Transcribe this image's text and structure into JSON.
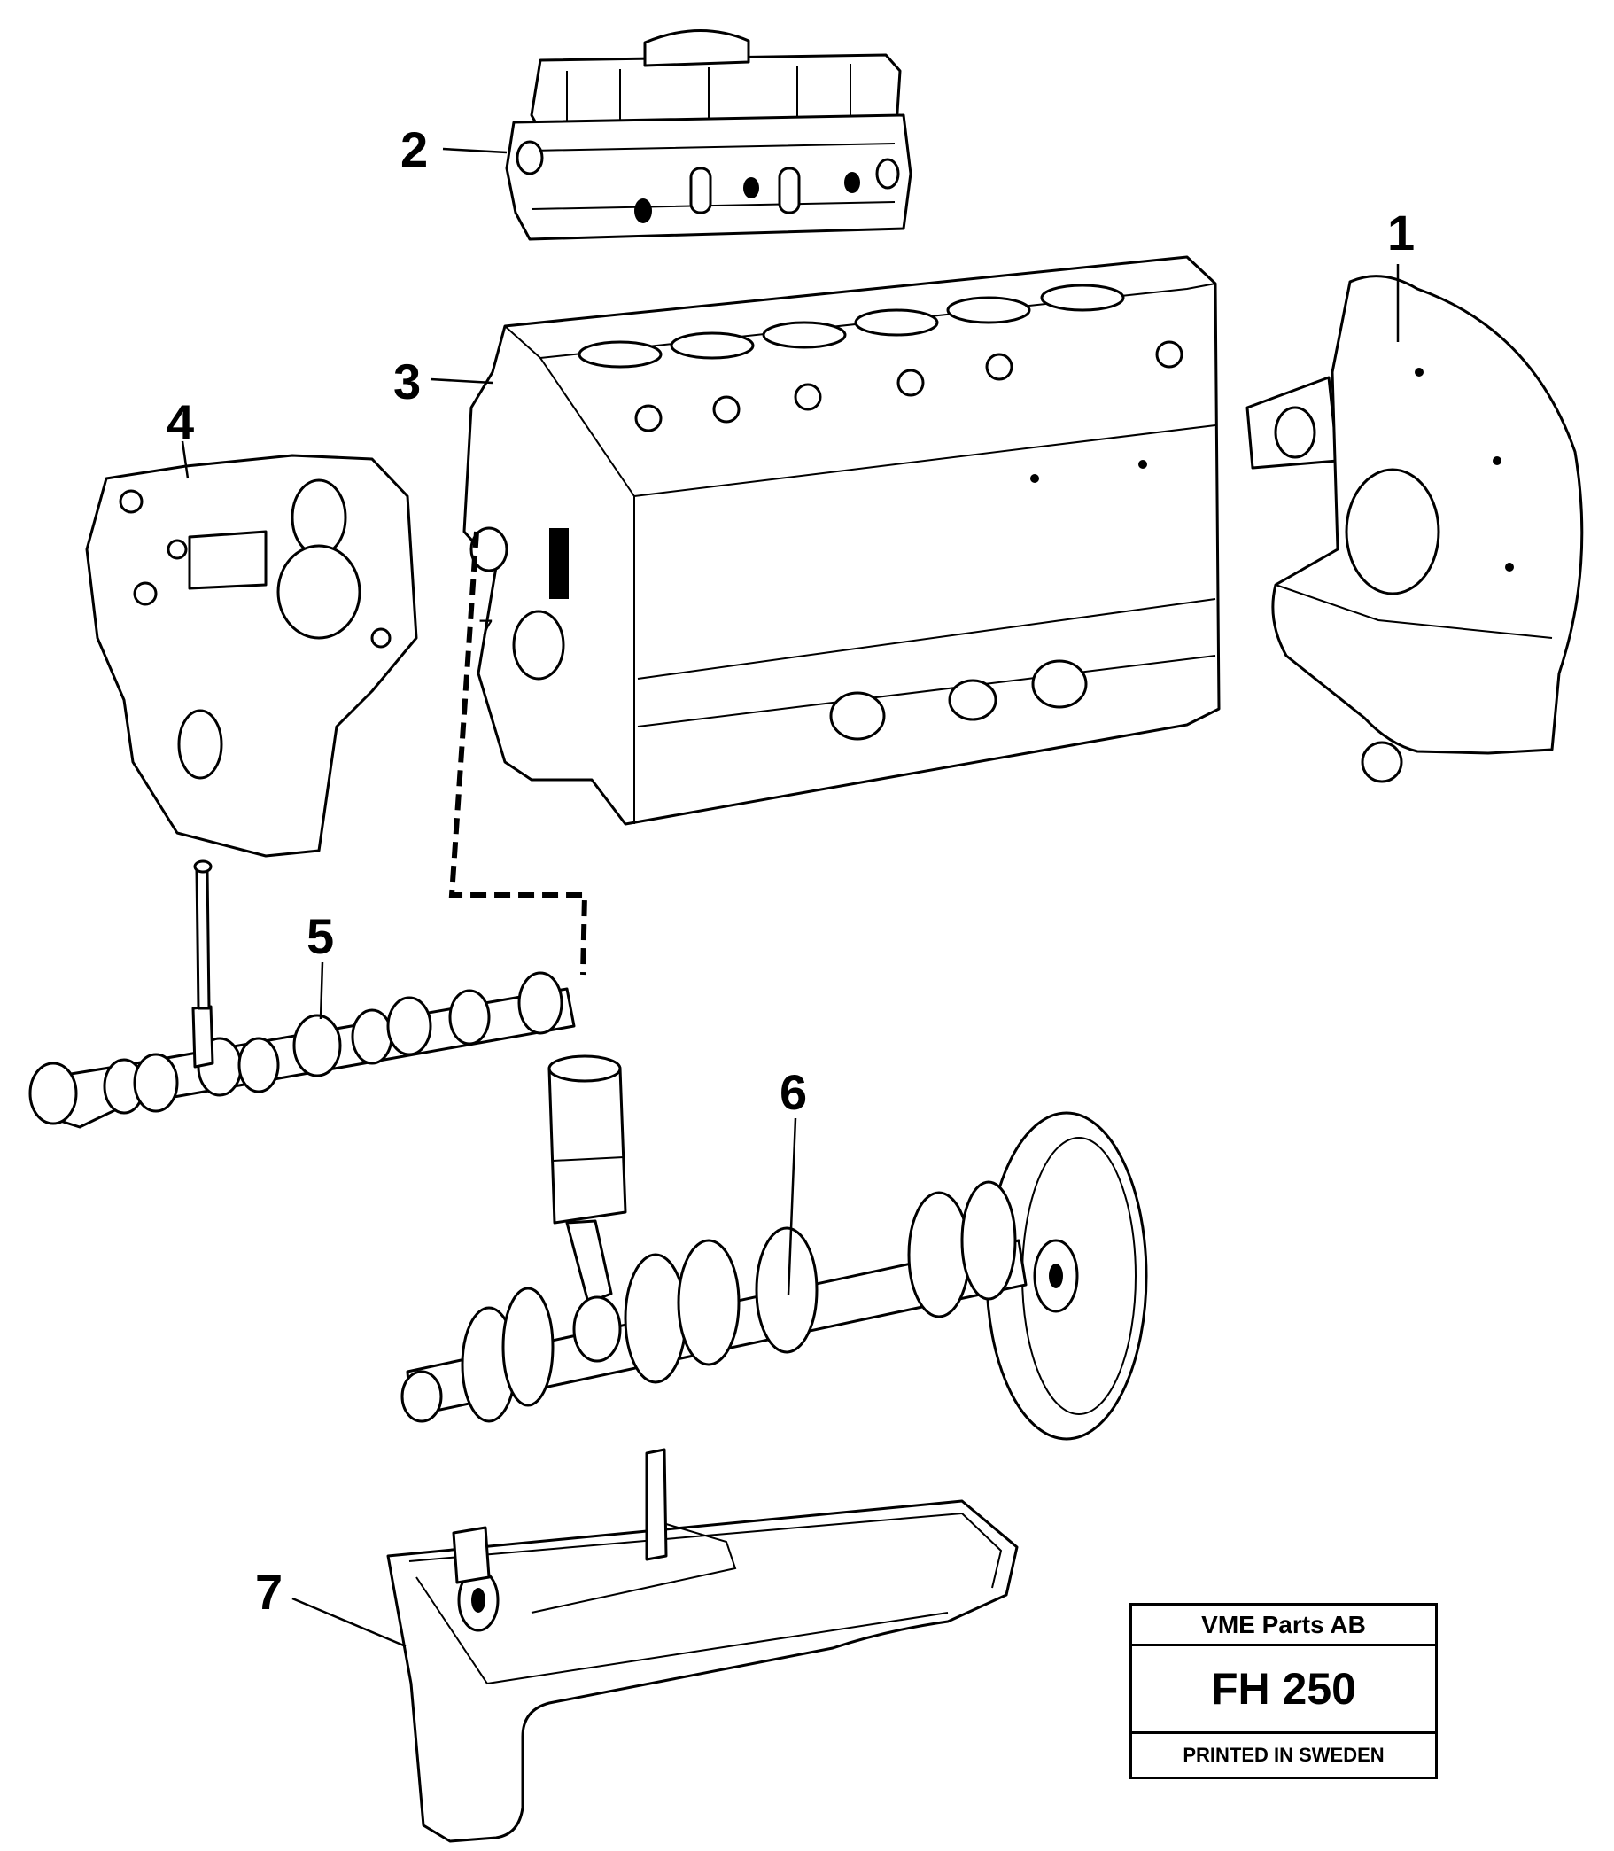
{
  "callouts": {
    "c1": "1",
    "c2": "2",
    "c3": "3",
    "c4": "4",
    "c5": "5",
    "c6": "6",
    "c7": "7",
    "c7_small": "7"
  },
  "stamp": {
    "company": "VME Parts AB",
    "code": "FH 250",
    "printed": "PRINTED IN SWEDEN"
  }
}
